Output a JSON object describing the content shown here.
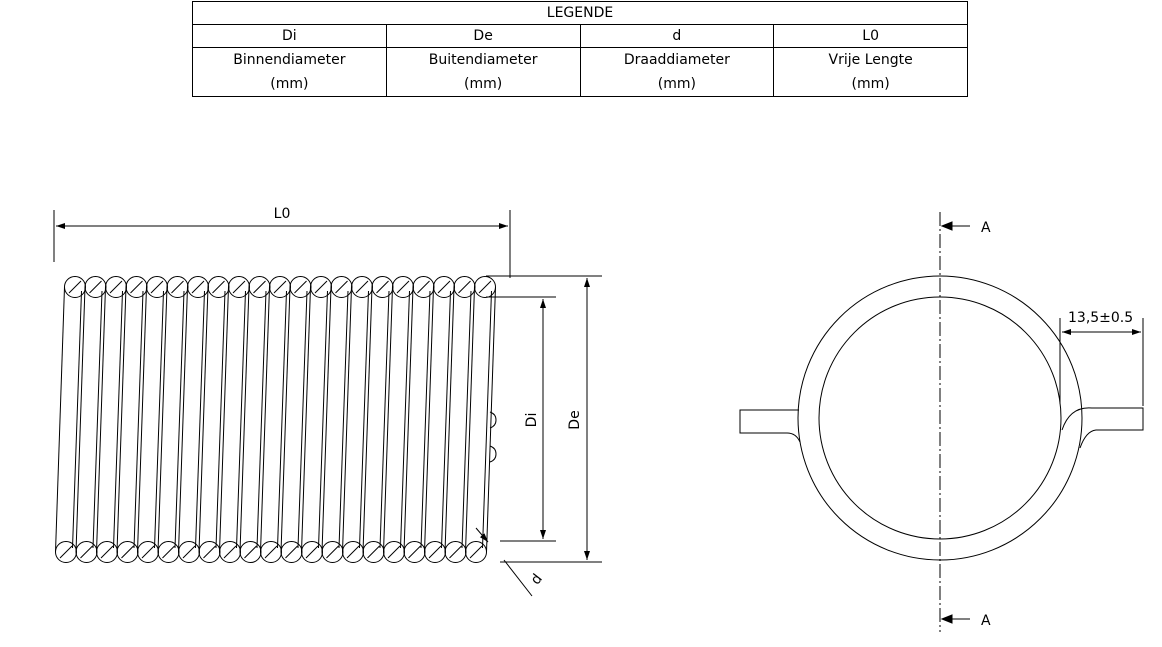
{
  "legend": {
    "title": "LEGENDE",
    "columns": [
      {
        "symbol": "Di",
        "name": "Binnendiameter",
        "unit": "(mm)"
      },
      {
        "symbol": "De",
        "name": "Buitendiameter",
        "unit": "(mm)"
      },
      {
        "symbol": "d",
        "name": "Draaddiameter",
        "unit": "(mm)"
      },
      {
        "symbol": "L0",
        "name": "Vrije Lengte",
        "unit": "(mm)"
      }
    ]
  },
  "side_view": {
    "length_label": "L0",
    "inner_label": "Di",
    "outer_label": "De",
    "wire_label": "d",
    "coil_count": 21
  },
  "end_view": {
    "section_top": "A",
    "section_bottom": "A",
    "hook_dimension": "13,5±0.5"
  }
}
